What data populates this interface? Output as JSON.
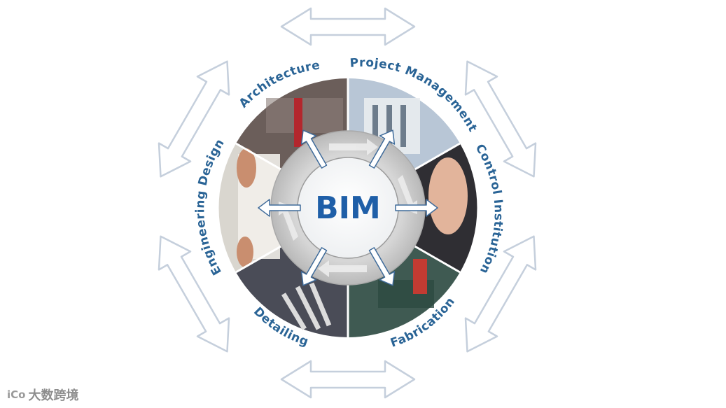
{
  "center": {
    "label": "BIM"
  },
  "segments": [
    {
      "label": "Architecture"
    },
    {
      "label": "Project Management"
    },
    {
      "label": "Control Institution"
    },
    {
      "label": "Fabrication"
    },
    {
      "label": "Detailing"
    },
    {
      "label": "Engineering Design"
    }
  ],
  "watermark": {
    "text": "大数跨境",
    "logo": "iCo"
  },
  "colors": {
    "label_blue": "#2a6496",
    "center_blue": "#1f5fa8",
    "ring_gray": "#c9c9c9",
    "arrow_outline": "#c5cfdc"
  }
}
